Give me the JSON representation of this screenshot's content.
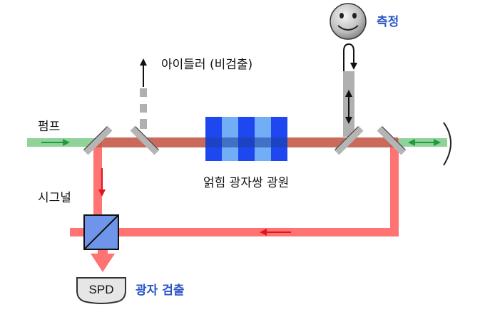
{
  "labels": {
    "pump": "펌프",
    "idler": "아이들러 (비검출)",
    "source": "얽힘 광자쌍 광원",
    "signal": "시그널",
    "measure": "측정",
    "detection": "광자 검출",
    "spd": "SPD"
  },
  "colors": {
    "pump_beam": "#8fd39a",
    "pump_arrow": "#1f9a3c",
    "red_beam": "#ff7373",
    "red_arrow": "#e0151b",
    "idler_beam": "#b0b0b0",
    "crystal_dark": "#1f47f0",
    "crystal_light": "#72aef5",
    "label_blue": "#2a56c6"
  },
  "icons": [
    "smiley-face-icon",
    "detector-icon",
    "beam-splitter-icon",
    "concave-mirror-icon"
  ]
}
